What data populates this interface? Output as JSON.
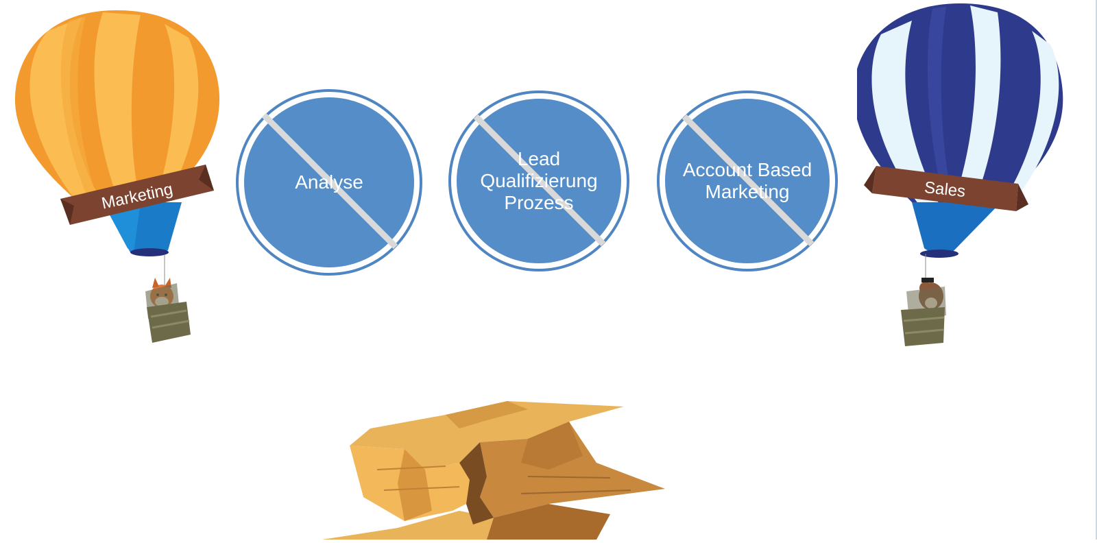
{
  "balloons": {
    "left": {
      "label": "Marketing"
    },
    "right": {
      "label": "Sales"
    }
  },
  "circles": [
    {
      "label": "Analyse"
    },
    {
      "label": "Lead\nQualifizierung\nProzess"
    },
    {
      "label": "Account Based\nMarketing"
    }
  ],
  "colors": {
    "circle_fill": "#548dc8",
    "circle_ring": "#4f86c2",
    "strike": "#d9d9d9",
    "banner": "#7b4330",
    "orange_dark": "#f29a2e",
    "orange_light": "#fbbd52",
    "navy": "#2e3a8c",
    "sky": "#e6f4fb",
    "canyon": "#c9904a"
  },
  "icons": {
    "left_passenger": "fox-mascot-icon",
    "right_passenger": "bear-mascot-icon",
    "gap": "canyon-crack-icon"
  }
}
